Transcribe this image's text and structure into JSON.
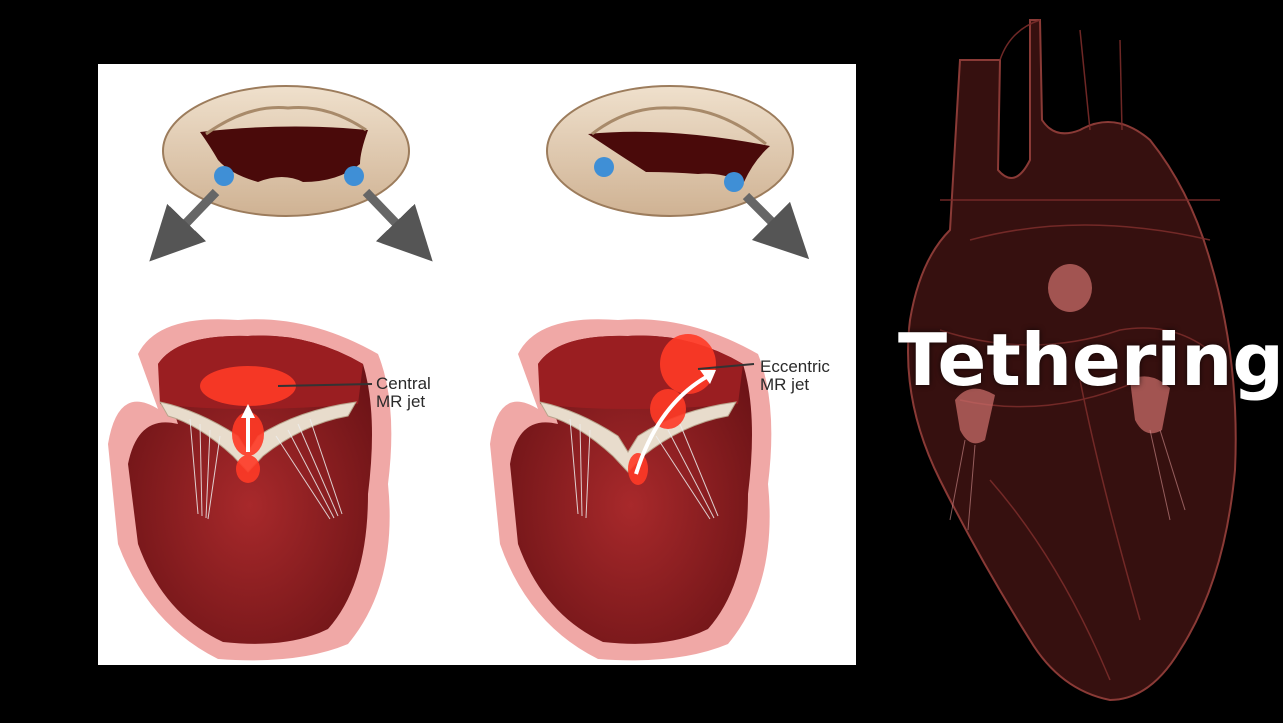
{
  "title": "Tethering",
  "panels": [
    {
      "callout": "Central\nMR jet"
    },
    {
      "callout": "Eccentric\nMR jet"
    }
  ],
  "colors": {
    "background": "#000000",
    "panel": "#ffffff",
    "valve_ring": "#e2ccb4",
    "orifice": "#4a0a0a",
    "papillary_marker": "#3f8fd6",
    "myocardium": "#8e1f22",
    "pericardium": "#f0a8a6",
    "jet": "#ff3a26",
    "heart_outline": "#8a3a36"
  }
}
